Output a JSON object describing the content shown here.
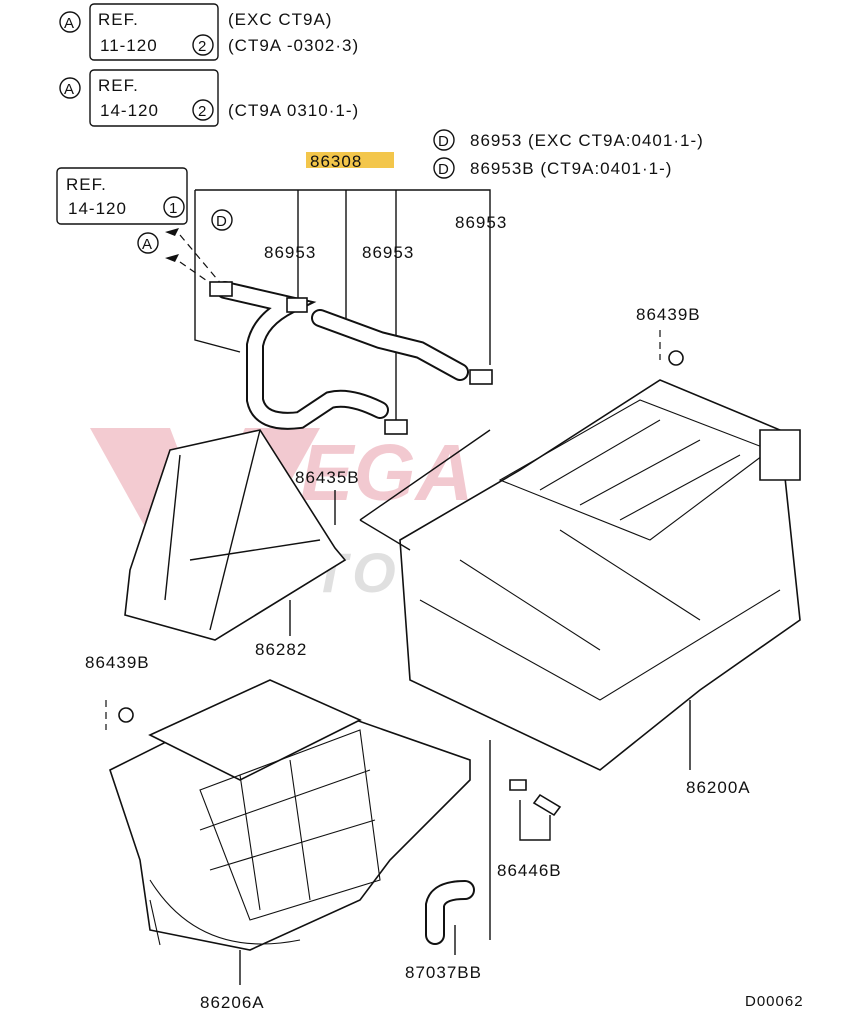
{
  "refs": [
    {
      "letter": "A",
      "ref": "REF.",
      "code": "11-120",
      "num": "2",
      "note1": "(EXC  CT9A)",
      "note2": "(CT9A  -0302·3)"
    },
    {
      "letter": "A",
      "ref": "REF.",
      "code": "14-120",
      "num": "2",
      "note2": "(CT9A  0310·1-)"
    },
    {
      "ref": "REF.",
      "code": "14-120",
      "num": "1",
      "arrow_letter": "A"
    }
  ],
  "d_notes": [
    {
      "letter": "D",
      "text": "86953   (EXC  CT9A:0401·1-)"
    },
    {
      "letter": "D",
      "text": "86953B (CT9A:0401·1-)"
    }
  ],
  "parts": {
    "hose_set": "86308",
    "clamp_d": "D",
    "clamp_a": "86953",
    "clamp_b": "86953",
    "clamp_c": "86953",
    "nut_upper": "86439B",
    "screw": "86435B",
    "duct": "86282",
    "nut_lower": "86439B",
    "heater_unit": "86200A",
    "clips": "86446B",
    "drain_hose": "87037BB",
    "blower_unit": "86206A"
  },
  "diagram_code": "D00062",
  "watermark": {
    "line1": "VEGA",
    "line2": "AUTOSPORTS"
  },
  "colors": {
    "highlight": "#f3c64b",
    "watermark_red": "#c8102e",
    "watermark_gray": "#9a9a9a"
  }
}
